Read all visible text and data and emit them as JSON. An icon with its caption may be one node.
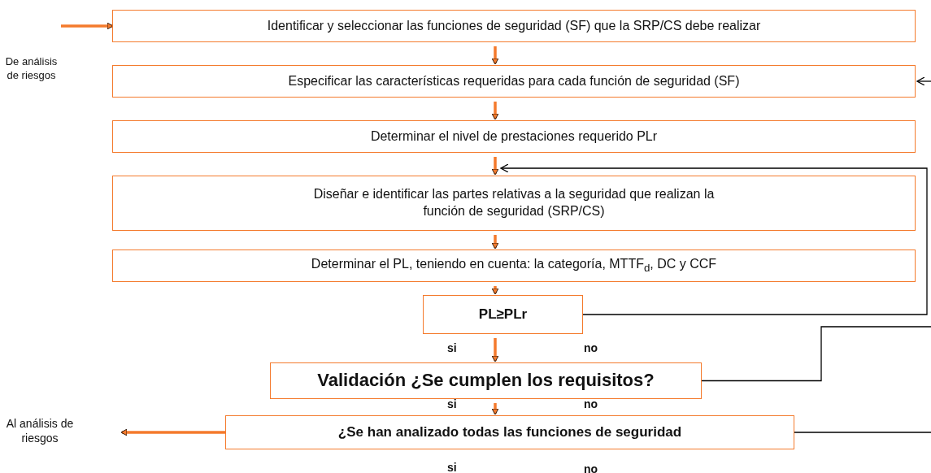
{
  "diagram": {
    "nodes": [
      {
        "text": [
          "De análisis de riesgos"
        ]
      },
      {
        "text": [
          "Identificar y seleccionar las funciones de seguridad (SF) que la SRP/CS debe realizar"
        ]
      },
      {
        "text": [
          "Especificar las características requeridas para cada función de seguridad (SF)"
        ]
      },
      {
        "text": [
          "Determinar el nivel de prestaciones requerido PLr"
        ]
      },
      {
        "text": [
          "Diseñar e identificar las partes relativas a la seguridad que realizan la función de seguridad (SRP/CS)"
        ]
      },
      {
        "text": [
          "Determinar el PL, teniendo en cuenta: la categoría, MTTF$_{d}$, DC y CCF"
        ]
      },
      {
        "text": [
          "PL≥PLr"
        ]
      },
      {
        "text": [
          "Validación ¿Se cumplen los requisitos?"
        ]
      },
      {
        "text": [
          "¿Se han analizado todas las funciones de seguridad"
        ]
      },
      {
        "text": [
          "Al análisis de riesgos"
        ]
      }
    ],
    "edges": [
      {
        "from": 0,
        "to": 1,
        "arrow": "to"
      },
      {
        "from": 1,
        "to": 2,
        "arrow": "to"
      },
      {
        "from": 2,
        "to": 3,
        "arrow": "to"
      },
      {
        "from": 3,
        "to": 4,
        "arrow": "to"
      },
      {
        "from": 4,
        "to": 5,
        "arrow": "to"
      },
      {
        "from": 5,
        "to": 6,
        "arrow": "to"
      },
      {
        "from": 6,
        "to": 7,
        "arrow": "to"
      },
      {
        "from": 7,
        "to": 8,
        "arrow": "to"
      },
      {
        "from": 8,
        "to": 9,
        "arrow": "to"
      },
      {
        "from": 6,
        "to": 4,
        "arrow": "to",
        "color": "#000000"
      },
      {
        "from": 7,
        "to": null,
        "arrow": "none",
        "color": "#000000"
      },
      {
        "from": 8,
        "to": null,
        "arrow": "none",
        "color": "#000000"
      },
      {
        "from": null,
        "to": 2,
        "arrow": "to",
        "color": "#000000"
      }
    ],
    "labels": [
      "si",
      "no",
      "si",
      "no",
      "si",
      "no"
    ]
  }
}
